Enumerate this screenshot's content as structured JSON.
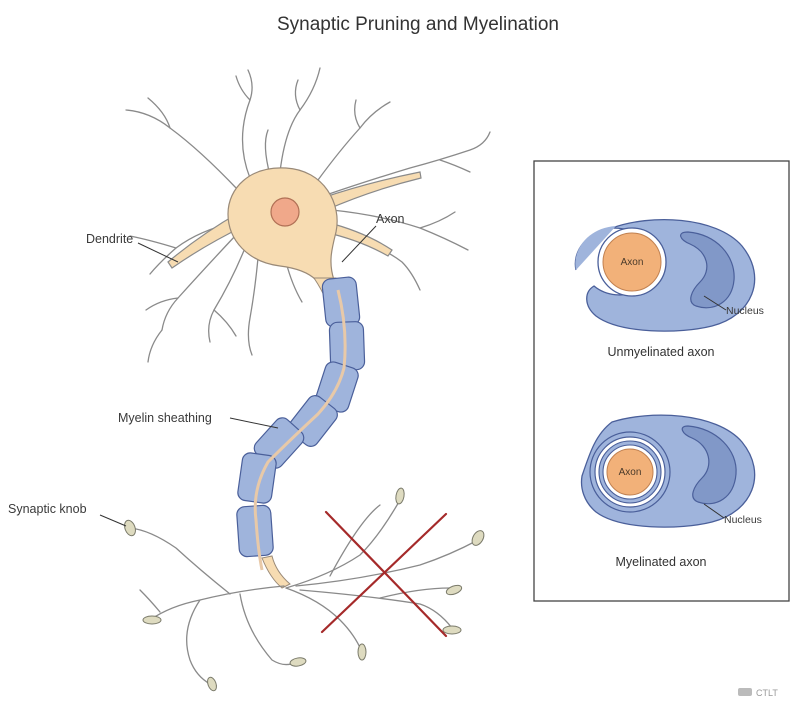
{
  "title": "Synaptic Pruning and Myelination",
  "labels": {
    "dendrite": "Dendrite",
    "axon": "Axon",
    "myelin_sheathing": "Myelin sheathing",
    "synaptic_knob": "Synaptic knob"
  },
  "panel": {
    "unmyelinated": {
      "axon_label": "Axon",
      "nucleus_label": "Nucleus",
      "caption": "Unmyelinated axon"
    },
    "myelinated": {
      "axon_label": "Axon",
      "nucleus_label": "Nucleus",
      "caption": "Myelinated axon"
    }
  },
  "watermark": "CTLT",
  "colors": {
    "soma": "#f7dcb2",
    "nucleus": "#f0a88a",
    "myelin": "#9fb4dc",
    "myelin_stroke": "#4a5f9a",
    "axon_core": "#f2b179",
    "prune_cross": "#a52a2a"
  }
}
